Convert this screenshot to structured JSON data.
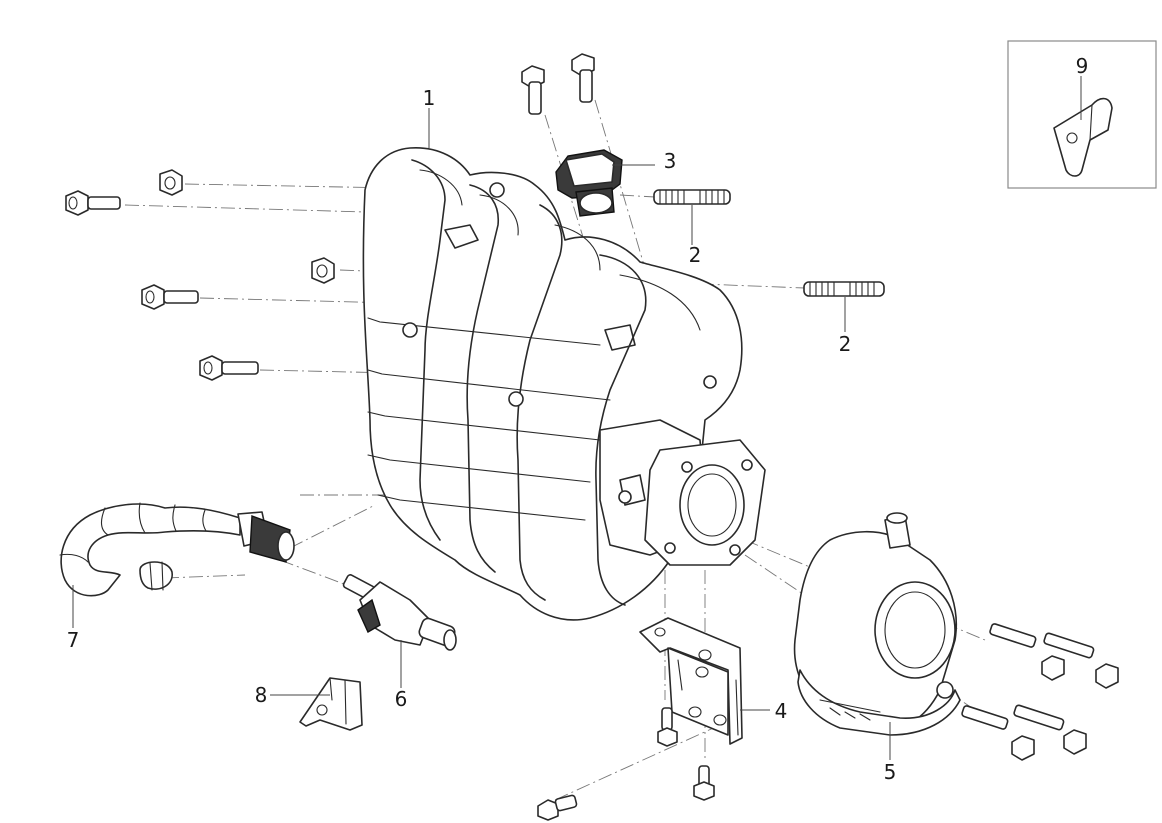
{
  "callouts": {
    "c1": "1",
    "c2a": "2",
    "c2b": "2",
    "c3": "3",
    "c4": "4",
    "c5": "5",
    "c6": "6",
    "c7": "7",
    "c8": "8",
    "c9": "9"
  }
}
